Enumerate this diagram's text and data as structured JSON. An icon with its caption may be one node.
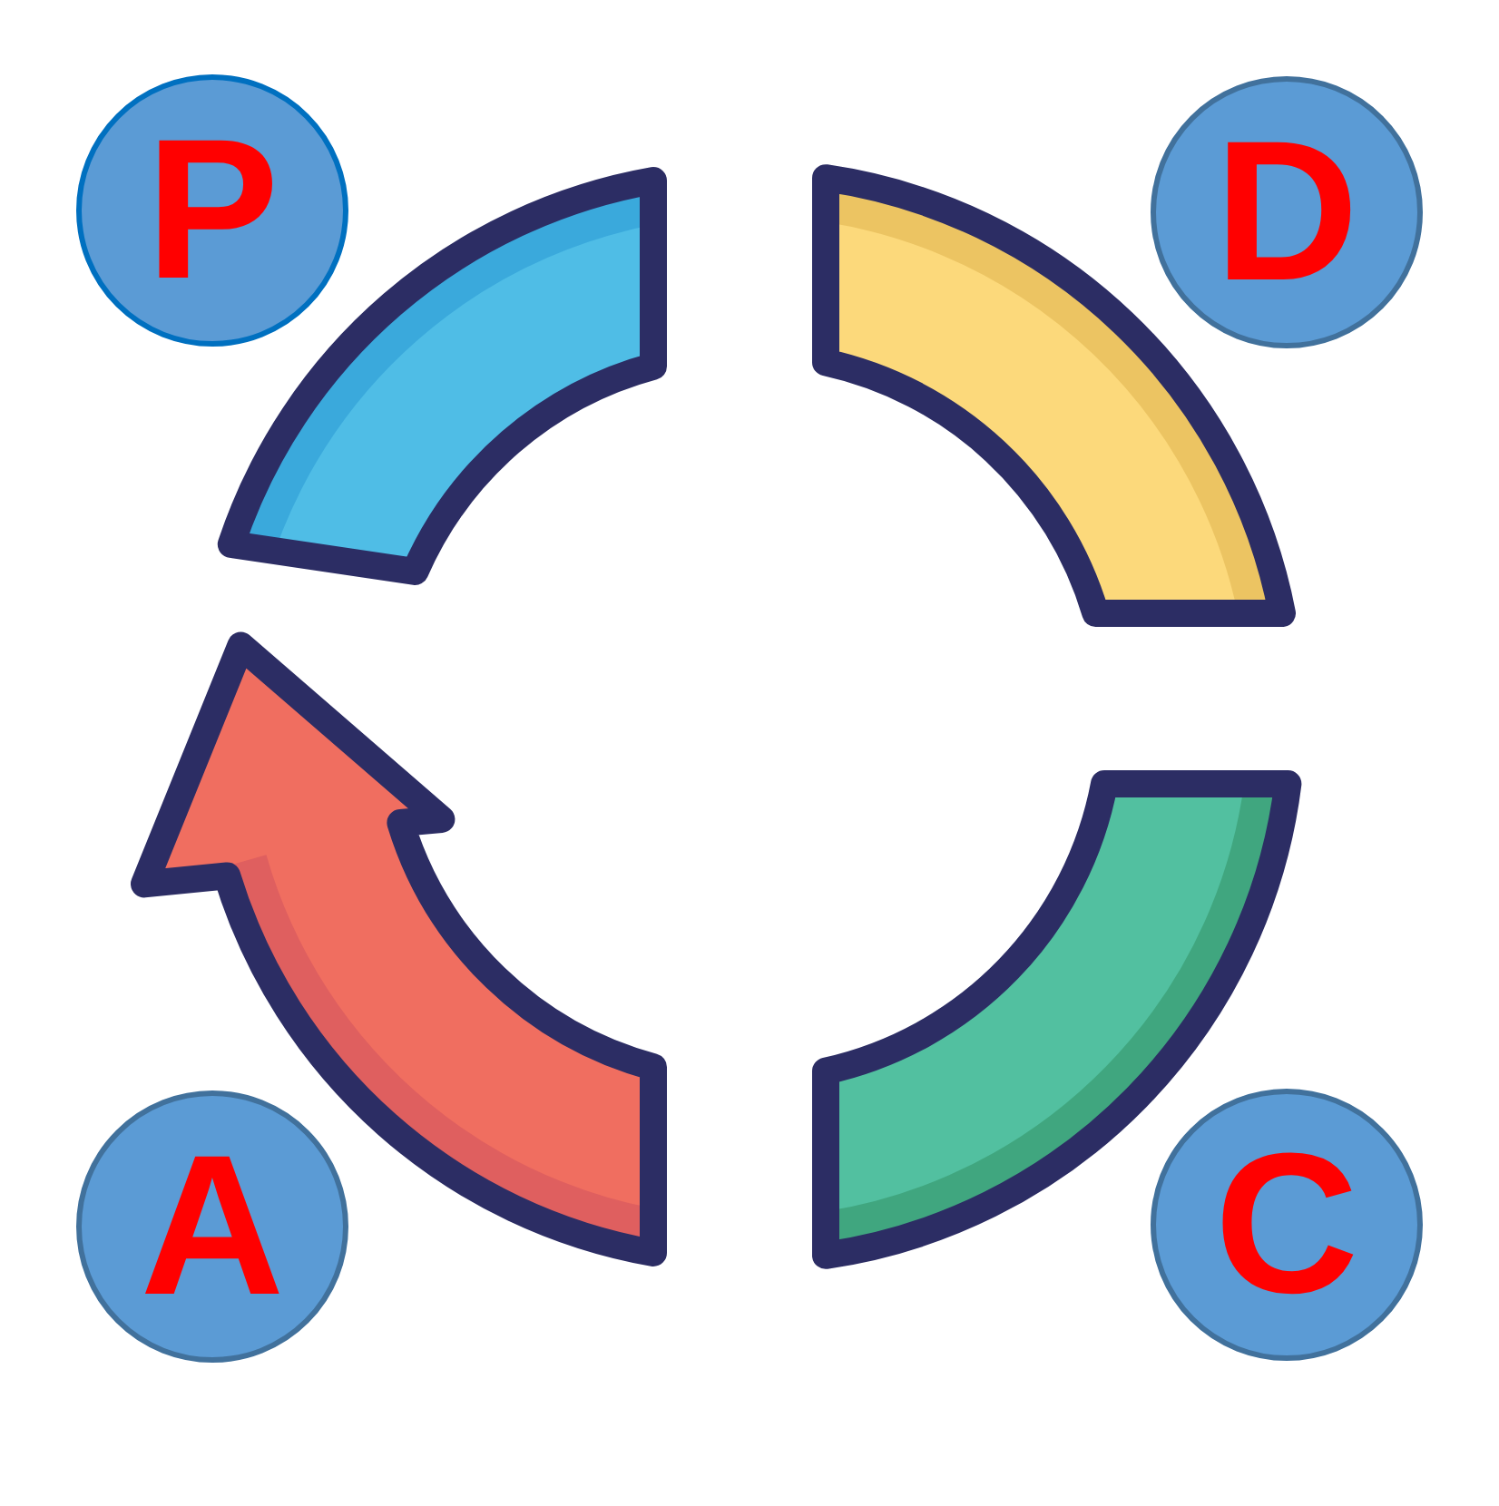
{
  "diagram": {
    "nodes": [
      {
        "text": [
          "P"
        ]
      },
      {
        "text": [
          "D"
        ]
      },
      {
        "text": [
          "A"
        ]
      },
      {
        "text": [
          "C"
        ]
      }
    ]
  }
}
